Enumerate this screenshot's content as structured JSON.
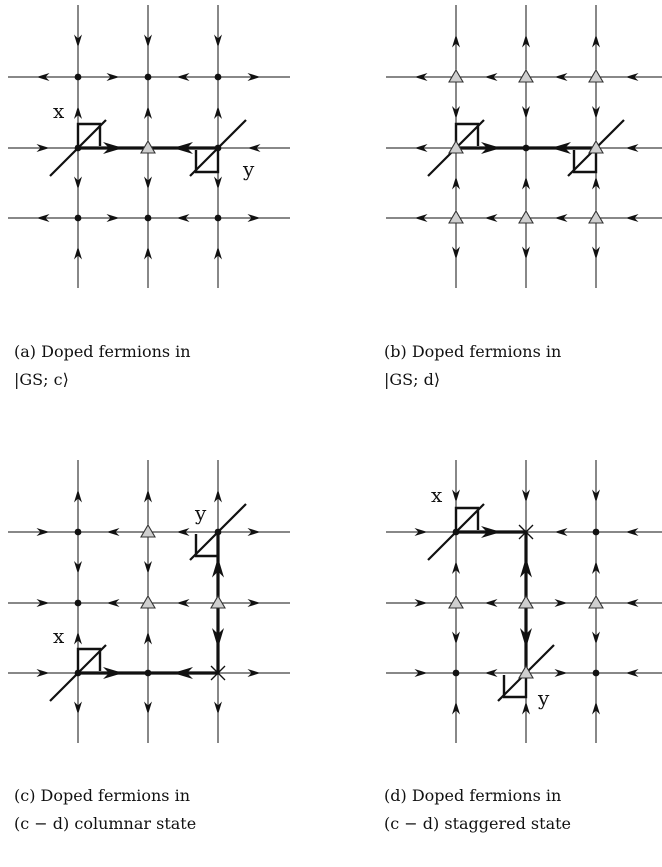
{
  "panels": [
    {
      "id": "a",
      "caption": [
        "(a) Doped fermions in",
        "|GS; c⟩"
      ],
      "labels": [
        "x",
        "y"
      ]
    },
    {
      "id": "b",
      "caption": [
        "(b) Doped fermions in",
        "|GS; d⟩"
      ],
      "labels": []
    },
    {
      "id": "c",
      "caption": [
        "(c) Doped fermions in",
        "(c − d) columnar state"
      ],
      "labels": [
        "x",
        "y"
      ]
    },
    {
      "id": "d",
      "caption": [
        "(d) Doped fermions in",
        "(c − d) staggered state"
      ],
      "labels": [
        "x",
        "y"
      ]
    }
  ]
}
